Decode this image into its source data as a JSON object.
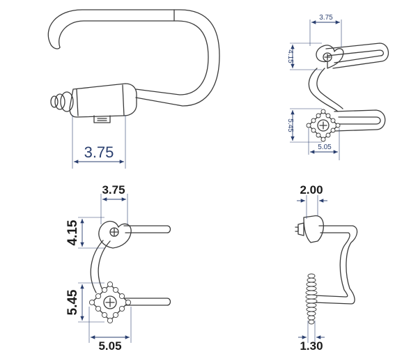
{
  "views": {
    "main": {
      "dim_width": "3.75"
    },
    "small": {
      "dim_top_width": "3.75",
      "dim_heart_height": "4.15",
      "dim_square_height": "5.45",
      "dim_square_width": "5.05"
    },
    "front": {
      "dim_top_width": "3.75",
      "dim_heart_height": "4.15",
      "dim_square_height": "5.45",
      "dim_square_width": "5.05"
    },
    "side": {
      "dim_top": "2.00",
      "dim_bottom": "1.30"
    }
  },
  "colors": {
    "dimension": "#2a3f6f",
    "outline": "#3a3a3a"
  }
}
